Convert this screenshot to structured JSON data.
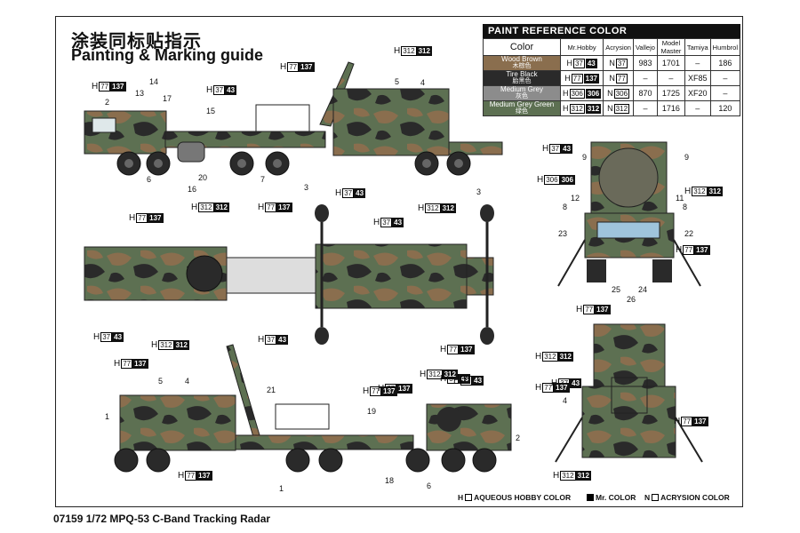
{
  "title_cn": "涂装同标贴指示",
  "title_en": "Painting & Marking guide",
  "footer": "07159 1/72 MPQ-53 C-Band Tracking Radar",
  "legend": {
    "h_label": "AQUEOUS HOBBY COLOR",
    "m_label": "Mr. COLOR",
    "n_label": "ACRYSION COLOR",
    "h_letter": "H",
    "n_letter": "N"
  },
  "paint_table": {
    "title": "PAINT  REFERENCE COLOR",
    "headers": [
      "Color",
      "Mr.Hobby",
      "Acrysion",
      "Vallejo",
      "Model Master",
      "Tamiya",
      "Humbrol"
    ],
    "rows": [
      {
        "name": "Wood Brown",
        "name_cn": "木棕色",
        "swatch": "#8a6e4e",
        "hobby_h": "37",
        "hobby_m": "43",
        "acrysion": "37",
        "vallejo": "983",
        "model_master": "1701",
        "tamiya": "–",
        "humbrol": "186"
      },
      {
        "name": "Tire Black",
        "name_cn": "胎黑色",
        "swatch": "#2a2a2a",
        "hobby_h": "77",
        "hobby_m": "137",
        "acrysion": "77",
        "vallejo": "–",
        "model_master": "–",
        "tamiya": "XF85",
        "humbrol": "–"
      },
      {
        "name": "Medium Grey",
        "name_cn": "灰色",
        "swatch": "#8c8c8c",
        "hobby_h": "306",
        "hobby_m": "306",
        "acrysion": "306",
        "vallejo": "870",
        "model_master": "1725",
        "tamiya": "XF20",
        "humbrol": "–"
      },
      {
        "name": "Medium Grey Green",
        "name_cn": "绿色",
        "swatch": "#5d7052",
        "hobby_h": "312",
        "hobby_m": "312",
        "acrysion": "312",
        "vallejo": "–",
        "model_master": "1716",
        "tamiya": "–",
        "humbrol": "120"
      }
    ]
  },
  "callouts": [
    {
      "h": "77",
      "m": "137"
    },
    {
      "h": "37",
      "m": "43"
    },
    {
      "h": "312",
      "m": "312"
    },
    {
      "h": "77",
      "m": "137"
    },
    {
      "h": "37",
      "m": "43"
    },
    {
      "h": "77",
      "m": "137"
    },
    {
      "h": "37",
      "m": "43"
    },
    {
      "h": "77",
      "m": "137"
    },
    {
      "h": "312",
      "m": "312"
    },
    {
      "h": "37",
      "m": "43"
    },
    {
      "h": "77",
      "m": "137"
    },
    {
      "h": "37",
      "m": "43"
    },
    {
      "h": "312",
      "m": "312"
    },
    {
      "h": "37",
      "m": "43"
    },
    {
      "h": "77",
      "m": "137"
    },
    {
      "h": "37",
      "m": "43"
    },
    {
      "h": "306",
      "m": "306"
    },
    {
      "h": "312",
      "m": "312"
    },
    {
      "h": "77",
      "m": "137"
    },
    {
      "h": "77",
      "m": "137"
    },
    {
      "h": "312",
      "m": "312"
    },
    {
      "h": "37",
      "m": "43"
    },
    {
      "h": "77",
      "m": "137"
    },
    {
      "h": "312",
      "m": "312"
    },
    {
      "h": "77",
      "m": "137"
    },
    {
      "h": "312",
      "m": "312"
    },
    {
      "h": "37",
      "m": "43"
    },
    {
      "h": "77",
      "m": "137"
    },
    {
      "h": "77",
      "m": "137"
    },
    {
      "h": "77",
      "m": "137"
    },
    {
      "h": "312",
      "m": "312"
    }
  ],
  "part_numbers": [
    "2",
    "13",
    "14",
    "17",
    "15",
    "5",
    "4",
    "6",
    "16",
    "20",
    "7",
    "3",
    "3",
    "9",
    "9",
    "12",
    "11",
    "8",
    "8",
    "23",
    "22",
    "25",
    "24",
    "26",
    "5",
    "4",
    "21",
    "1",
    "19",
    "18",
    "6",
    "2",
    "1",
    "4"
  ]
}
